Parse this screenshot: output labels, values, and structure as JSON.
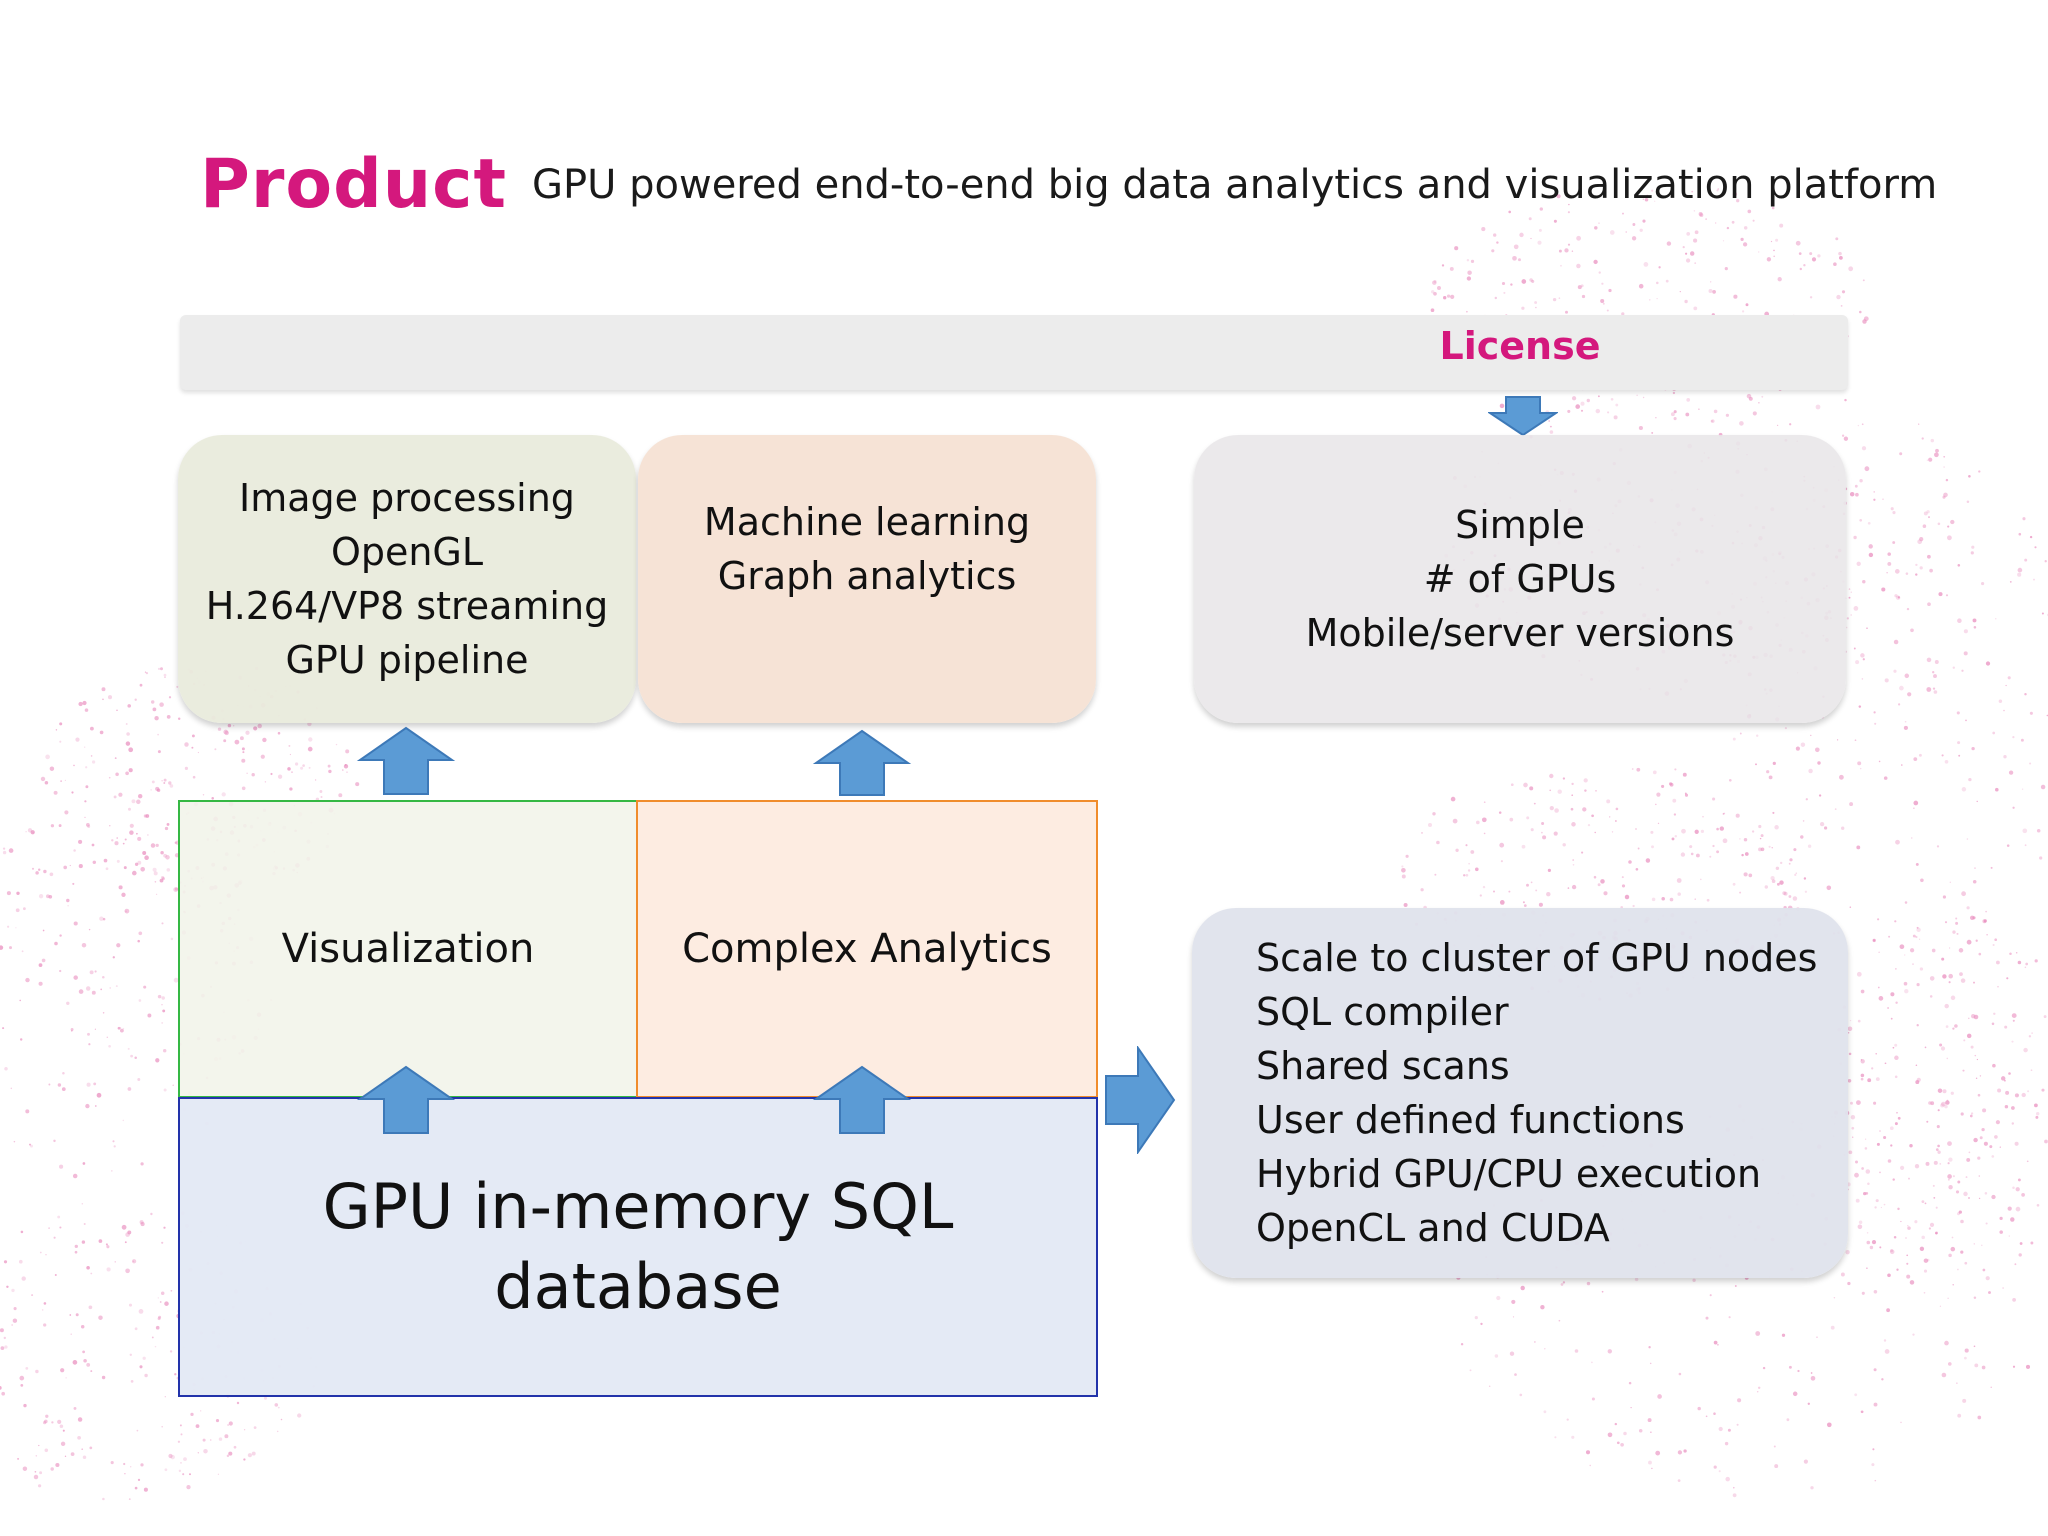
{
  "header": {
    "title": "Product",
    "subtitle": "GPU powered end-to-end big data analytics and visualization platform"
  },
  "license": {
    "label": "License"
  },
  "boxes": {
    "image_processing": [
      "Image processing",
      "OpenGL",
      "H.264/VP8 streaming",
      "GPU pipeline"
    ],
    "machine_learning": [
      "Machine learning",
      "Graph analytics"
    ],
    "license_details": [
      "Simple",
      "# of GPUs",
      "Mobile/server versions"
    ],
    "scale": [
      "Scale to cluster of GPU nodes",
      "SQL compiler",
      "Shared scans",
      "User defined functions",
      "Hybrid GPU/CPU execution",
      "OpenCL and CUDA"
    ]
  },
  "layers": {
    "visualization": "Visualization",
    "complex_analytics": "Complex Analytics",
    "database_line1": "GPU in-memory SQL",
    "database_line2": "database"
  },
  "colors": {
    "accent": "#d4187d",
    "arrow": "#5b9bd5",
    "visualization_border": "#35b844",
    "analytics_border": "#f08c2c",
    "database_border": "#2233aa"
  },
  "icons": {
    "arrow_up": "arrow-up-icon",
    "arrow_down": "arrow-down-icon",
    "arrow_right": "arrow-right-icon"
  }
}
